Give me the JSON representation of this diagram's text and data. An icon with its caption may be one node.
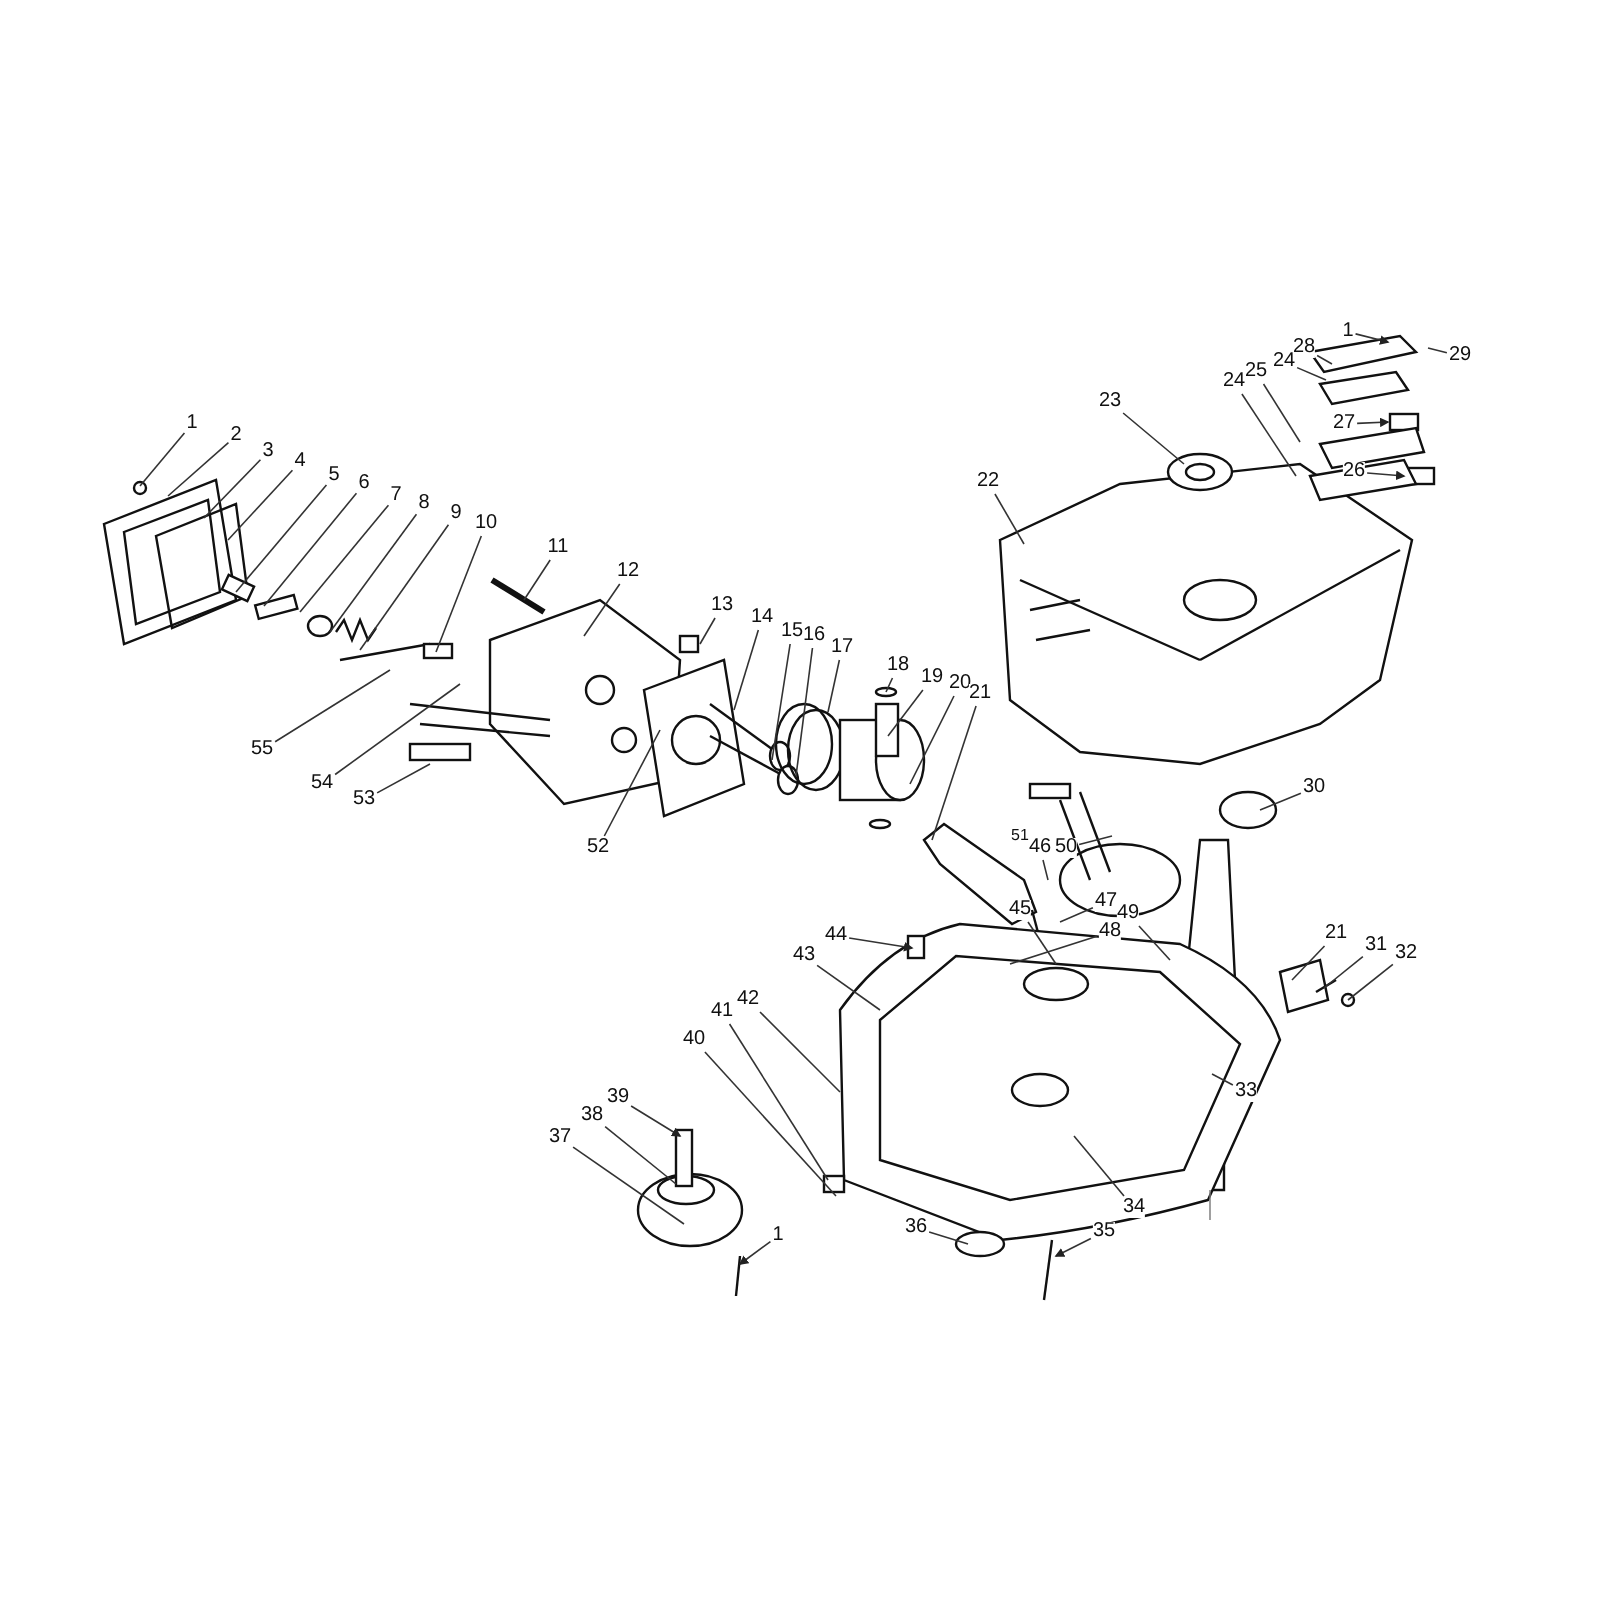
{
  "diagram": {
    "nodes": [
      {
        "text": [
          "1"
        ]
      },
      {
        "text": [
          "2"
        ]
      },
      {
        "text": [
          "3"
        ]
      },
      {
        "text": [
          "4"
        ]
      },
      {
        "text": [
          "5"
        ]
      },
      {
        "text": [
          "6"
        ]
      },
      {
        "text": [
          "7"
        ]
      },
      {
        "text": [
          "8"
        ]
      },
      {
        "text": [
          "9"
        ]
      },
      {
        "text": [
          "10"
        ]
      },
      {
        "text": [
          "11"
        ]
      },
      {
        "text": [
          "12"
        ]
      },
      {
        "text": [
          "13"
        ]
      },
      {
        "text": [
          "14"
        ]
      },
      {
        "text": [
          "15"
        ]
      },
      {
        "text": [
          "16"
        ]
      },
      {
        "text": [
          "17"
        ]
      },
      {
        "text": [
          "18"
        ]
      },
      {
        "text": [
          "19"
        ]
      },
      {
        "text": [
          "20"
        ]
      },
      {
        "text": [
          "21"
        ]
      },
      {
        "text": [
          "22"
        ]
      },
      {
        "text": [
          "23"
        ]
      },
      {
        "text": [
          "28"
        ]
      },
      {
        "text": [
          "1"
        ]
      },
      {
        "text": [
          "24"
        ]
      },
      {
        "text": [
          "25"
        ]
      },
      {
        "text": [
          "24"
        ]
      },
      {
        "text": [
          "29"
        ]
      },
      {
        "text": [
          "27"
        ]
      },
      {
        "text": [
          "26"
        ]
      },
      {
        "text": [
          "30"
        ]
      },
      {
        "text": [
          "46"
        ]
      },
      {
        "text": [
          "50"
        ]
      },
      {
        "text": [
          "45"
        ]
      },
      {
        "text": [
          "47"
        ]
      },
      {
        "text": [
          "49"
        ]
      },
      {
        "text": [
          "48"
        ]
      },
      {
        "text": [
          "44"
        ]
      },
      {
        "text": [
          "43"
        ]
      },
      {
        "text": [
          "42"
        ]
      },
      {
        "text": [
          "41"
        ]
      },
      {
        "text": [
          "40"
        ]
      },
      {
        "text": [
          "39"
        ]
      },
      {
        "text": [
          "38"
        ]
      },
      {
        "text": [
          "37"
        ]
      },
      {
        "text": [
          "1"
        ]
      },
      {
        "text": [
          "36"
        ]
      },
      {
        "text": [
          "35"
        ]
      },
      {
        "text": [
          "34"
        ]
      },
      {
        "text": [
          "33"
        ]
      },
      {
        "text": [
          "21"
        ]
      },
      {
        "text": [
          "31"
        ]
      },
      {
        "text": [
          "32"
        ]
      },
      {
        "text": [
          "55"
        ]
      },
      {
        "text": [
          "54"
        ]
      },
      {
        "text": [
          "53"
        ]
      },
      {
        "text": [
          "52"
        ]
      }
    ],
    "edges": [
      {
        "from": 0,
        "to": null,
        "arrow": "none"
      },
      {
        "from": 1,
        "to": null,
        "arrow": "none"
      },
      {
        "from": 2,
        "to": null,
        "arrow": "none"
      },
      {
        "from": 3,
        "to": null,
        "arrow": "none"
      },
      {
        "from": 4,
        "to": null,
        "arrow": "none"
      },
      {
        "from": 5,
        "to": null,
        "arrow": "none"
      },
      {
        "from": 6,
        "to": null,
        "arrow": "none"
      },
      {
        "from": 7,
        "to": null,
        "arrow": "none"
      },
      {
        "from": 8,
        "to": null,
        "arrow": "none"
      },
      {
        "from": 9,
        "to": null,
        "arrow": "none"
      },
      {
        "from": 10,
        "to": null,
        "arrow": "none"
      },
      {
        "from": 11,
        "to": null,
        "arrow": "none"
      },
      {
        "from": 12,
        "to": null,
        "arrow": "none"
      },
      {
        "from": 13,
        "to": null,
        "arrow": "none"
      },
      {
        "from": 14,
        "to": null,
        "arrow": "none"
      },
      {
        "from": 15,
        "to": null,
        "arrow": "none"
      },
      {
        "from": 16,
        "to": null,
        "arrow": "none"
      },
      {
        "from": 17,
        "to": null,
        "arrow": "none"
      },
      {
        "from": 18,
        "to": null,
        "arrow": "none"
      },
      {
        "from": 19,
        "to": null,
        "arrow": "none"
      },
      {
        "from": 20,
        "to": null,
        "arrow": "none"
      },
      {
        "from": 21,
        "to": null,
        "arrow": "none"
      },
      {
        "from": 22,
        "to": null,
        "arrow": "none"
      },
      {
        "from": 23,
        "to": null,
        "arrow": "none"
      },
      {
        "from": 24,
        "to": null,
        "arrow": "to"
      },
      {
        "from": 25,
        "to": null,
        "arrow": "none"
      },
      {
        "from": 26,
        "to": null,
        "arrow": "none"
      },
      {
        "from": 27,
        "to": null,
        "arrow": "none"
      },
      {
        "from": 28,
        "to": null,
        "arrow": "none"
      },
      {
        "from": 29,
        "to": null,
        "arrow": "to"
      },
      {
        "from": 30,
        "to": null,
        "arrow": "to"
      },
      {
        "from": 31,
        "to": null,
        "arrow": "none"
      },
      {
        "from": 32,
        "to": null,
        "arrow": "none"
      },
      {
        "from": 33,
        "to": null,
        "arrow": "none"
      },
      {
        "from": 34,
        "to": null,
        "arrow": "none"
      },
      {
        "from": 35,
        "to": null,
        "arrow": "none"
      },
      {
        "from": 36,
        "to": null,
        "arrow": "none"
      },
      {
        "from": 37,
        "to": null,
        "arrow": "none"
      },
      {
        "from": 38,
        "to": null,
        "arrow": "to"
      },
      {
        "from": 39,
        "to": null,
        "arrow": "none"
      },
      {
        "from": 40,
        "to": null,
        "arrow": "none"
      },
      {
        "from": 41,
        "to": null,
        "arrow": "none"
      },
      {
        "from": 42,
        "to": null,
        "arrow": "none"
      },
      {
        "from": 43,
        "to": null,
        "arrow": "to"
      },
      {
        "from": 44,
        "to": null,
        "arrow": "none"
      },
      {
        "from": 45,
        "to": null,
        "arrow": "none"
      },
      {
        "from": 46,
        "to": null,
        "arrow": "to"
      },
      {
        "from": 47,
        "to": null,
        "arrow": "none"
      },
      {
        "from": 48,
        "to": null,
        "arrow": "to"
      },
      {
        "from": 49,
        "to": null,
        "arrow": "none"
      },
      {
        "from": 50,
        "to": null,
        "arrow": "none"
      },
      {
        "from": 51,
        "to": null,
        "arrow": "none"
      },
      {
        "from": 52,
        "to": null,
        "arrow": "none"
      },
      {
        "from": 53,
        "to": null,
        "arrow": "none"
      },
      {
        "from": 54,
        "to": null,
        "arrow": "none"
      },
      {
        "from": 55,
        "to": null,
        "arrow": "none"
      },
      {
        "from": 56,
        "to": null,
        "arrow": "none"
      },
      {
        "from": 57,
        "to": null,
        "arrow": "none"
      }
    ],
    "labels": [
      "51"
    ]
  }
}
